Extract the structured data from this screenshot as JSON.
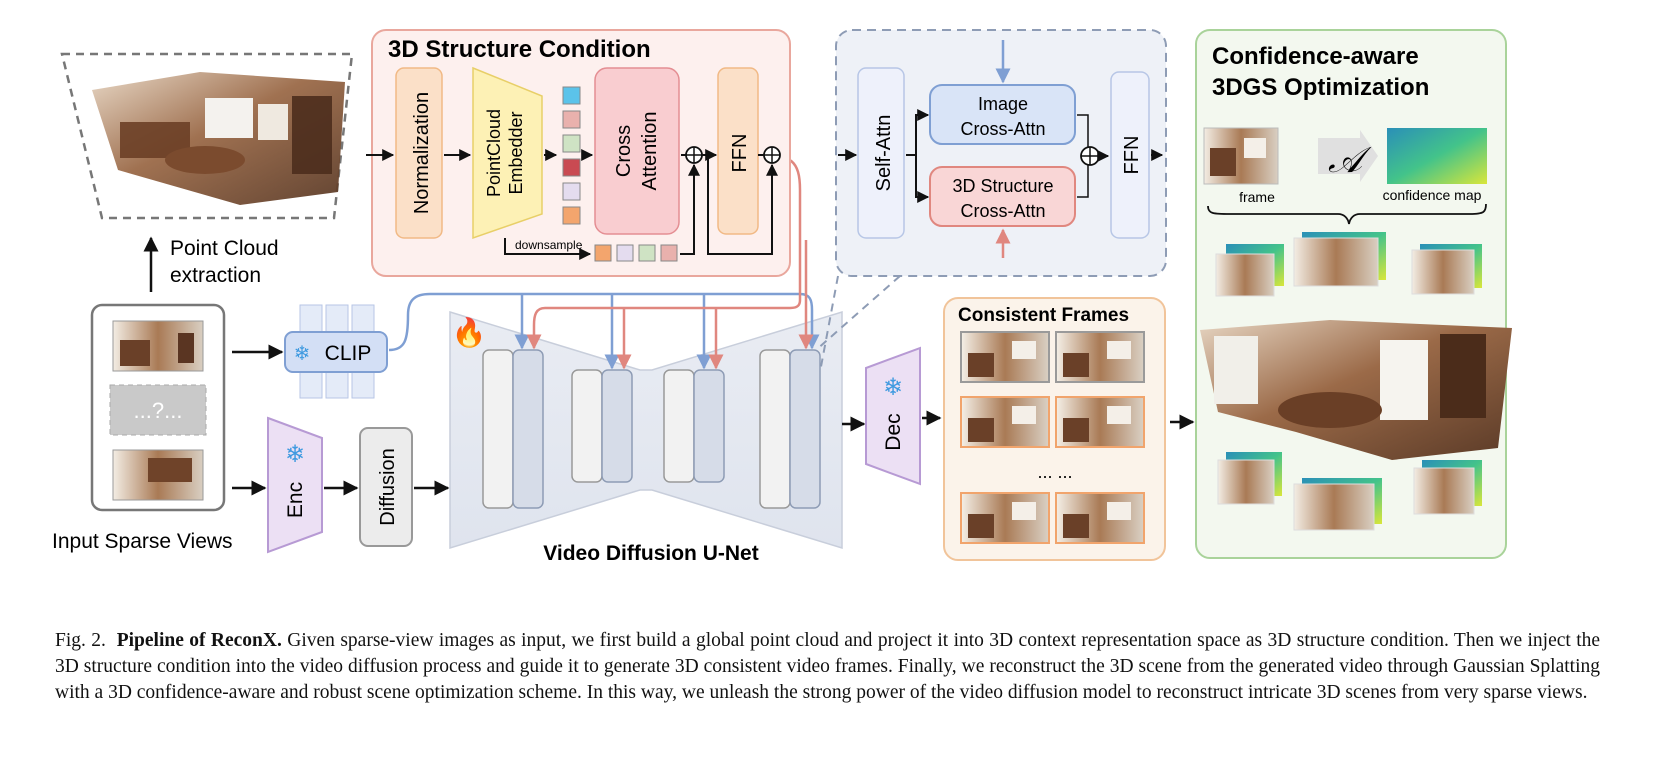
{
  "labels": {
    "point_cloud_extraction": [
      "Point Cloud",
      "extraction"
    ],
    "input_sparse_views": "Input Sparse Views",
    "unknown_view": "...?...",
    "clip": "CLIP",
    "enc": "Enc",
    "diffusion": "Diffusion",
    "unet": "Video Diffusion U-Net",
    "dec": "Dec",
    "consistent_frames": "Consistent Frames",
    "ellipsis": "... ...",
    "structure_title": "3D Structure Condition",
    "normalization": "Normalization",
    "pointcloud_embedder": [
      "PointCloud",
      "Embedder"
    ],
    "cross_attention": [
      "Cross",
      "Attention"
    ],
    "ffn": "FFN",
    "downsample": "downsample",
    "self_attn": "Self-Attn",
    "image_cross_attn": [
      "Image",
      "Cross-Attn"
    ],
    "structure_cross_attn": [
      "3D Structure",
      "Cross-Attn"
    ],
    "ffn2": "FFN",
    "confidence_title": [
      "Confidence-aware",
      "3DGS Optimization"
    ],
    "frame": "frame",
    "confidence_map": "confidence map",
    "script_a": "𝒜"
  },
  "caption": {
    "prefix": "Fig. 2.",
    "bold": "Pipeline of ReconX.",
    "text": "Given sparse-view images as input, we first build a global point cloud and project it into 3D context representation space as 3D structure condition. Then we inject the 3D structure condition into the video diffusion process and guide it to generate 3D consistent video frames. Finally, we reconstruct the 3D scene from the generated video through Gaussian Splatting with a 3D confidence-aware and robust scene optimization scheme. In this way, we unleash the strong power of the video diffusion model to reconstruct intricate 3D scenes from very sparse views."
  },
  "colors": {
    "red_panel_bg": "#fdf0ee",
    "red_panel_border": "#e9a79d",
    "blue_panel_bg": "#eef1f7",
    "blue_panel_border": "#8e9cb5",
    "green_panel_bg": "#f3f8ef",
    "green_panel_border": "#a9d39a",
    "orange_panel_border": "#f1c49a",
    "blue_arrow": "#7f9fd3",
    "red_arrow": "#e0877f",
    "snowflake": "#3f9ae0"
  },
  "token_colors": [
    "#5bc3ea",
    "#e9b1ad",
    "#cfe3c4",
    "#c94a52",
    "#e4dcef",
    "#f3a56d"
  ],
  "downsample_token_colors": [
    "#f3a56d",
    "#e4dcef",
    "#cfe3c4",
    "#e9b1ad"
  ]
}
